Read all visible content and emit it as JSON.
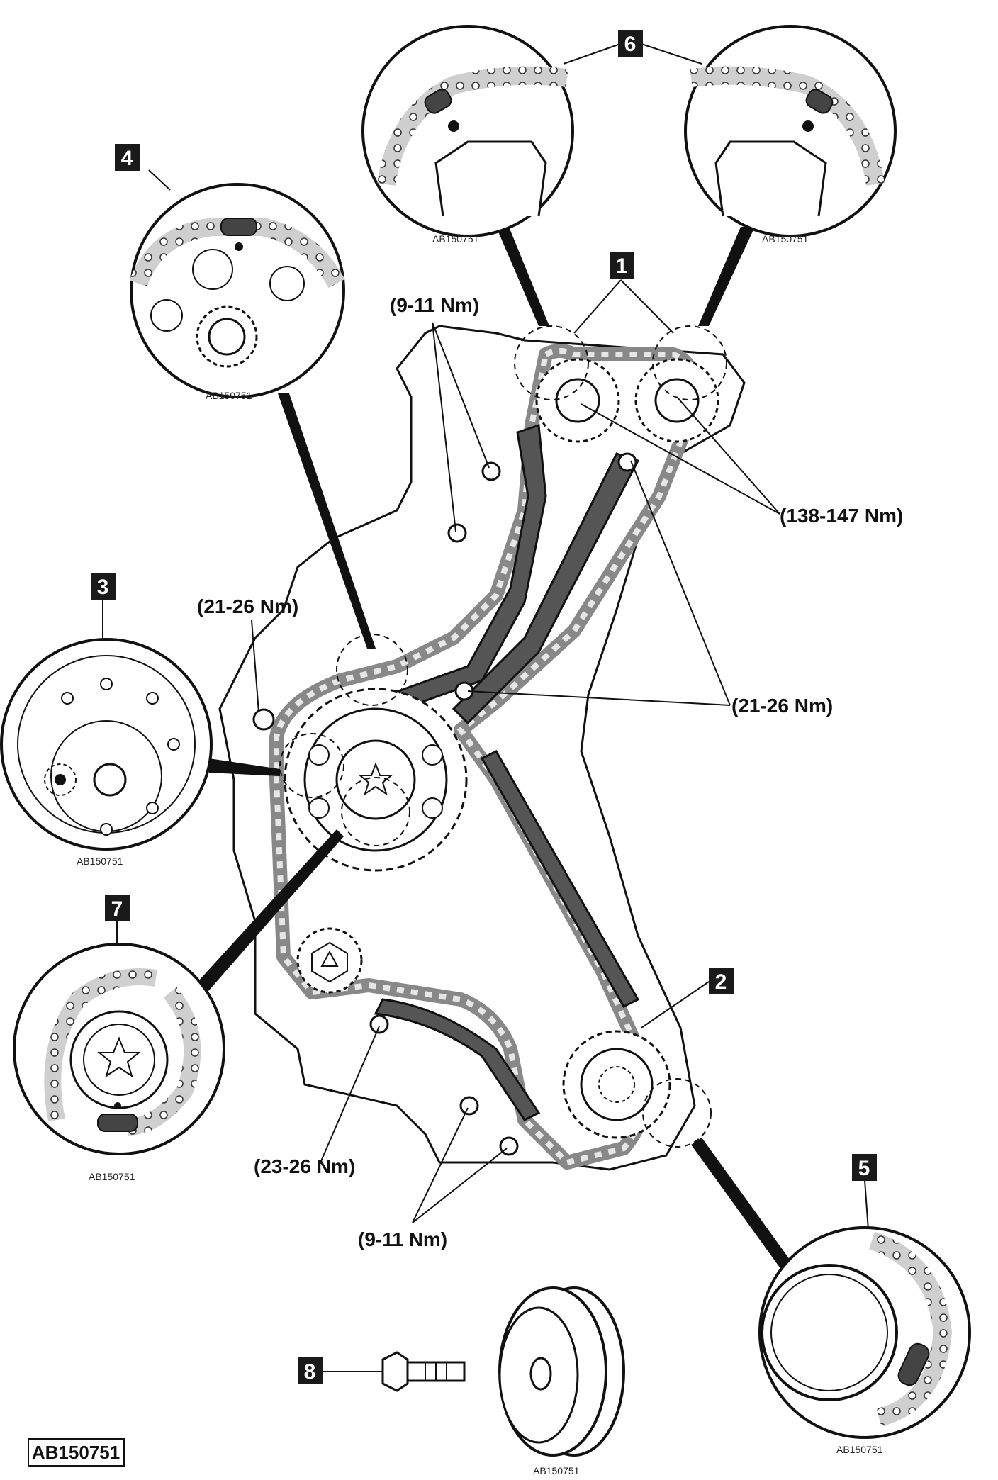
{
  "figure_id": "AB150751",
  "detail_reference": "AB150751",
  "callouts": [
    "1",
    "2",
    "3",
    "4",
    "5",
    "6",
    "7",
    "8"
  ],
  "torques": {
    "guide_upper": "(9-11 Nm)",
    "camshaft": "(138-147 Nm)",
    "tensioner_arm_left": "(21-26 Nm)",
    "tensioner_guide_right": "(21-26 Nm)",
    "lower_guide": "(23-26 Nm)",
    "lower_tensioner": "(9-11 Nm)"
  },
  "colors": {
    "line": "#111111",
    "chain": "#c8c8c8",
    "callout_bg": "#1a1a1a",
    "guide": "#555555"
  }
}
